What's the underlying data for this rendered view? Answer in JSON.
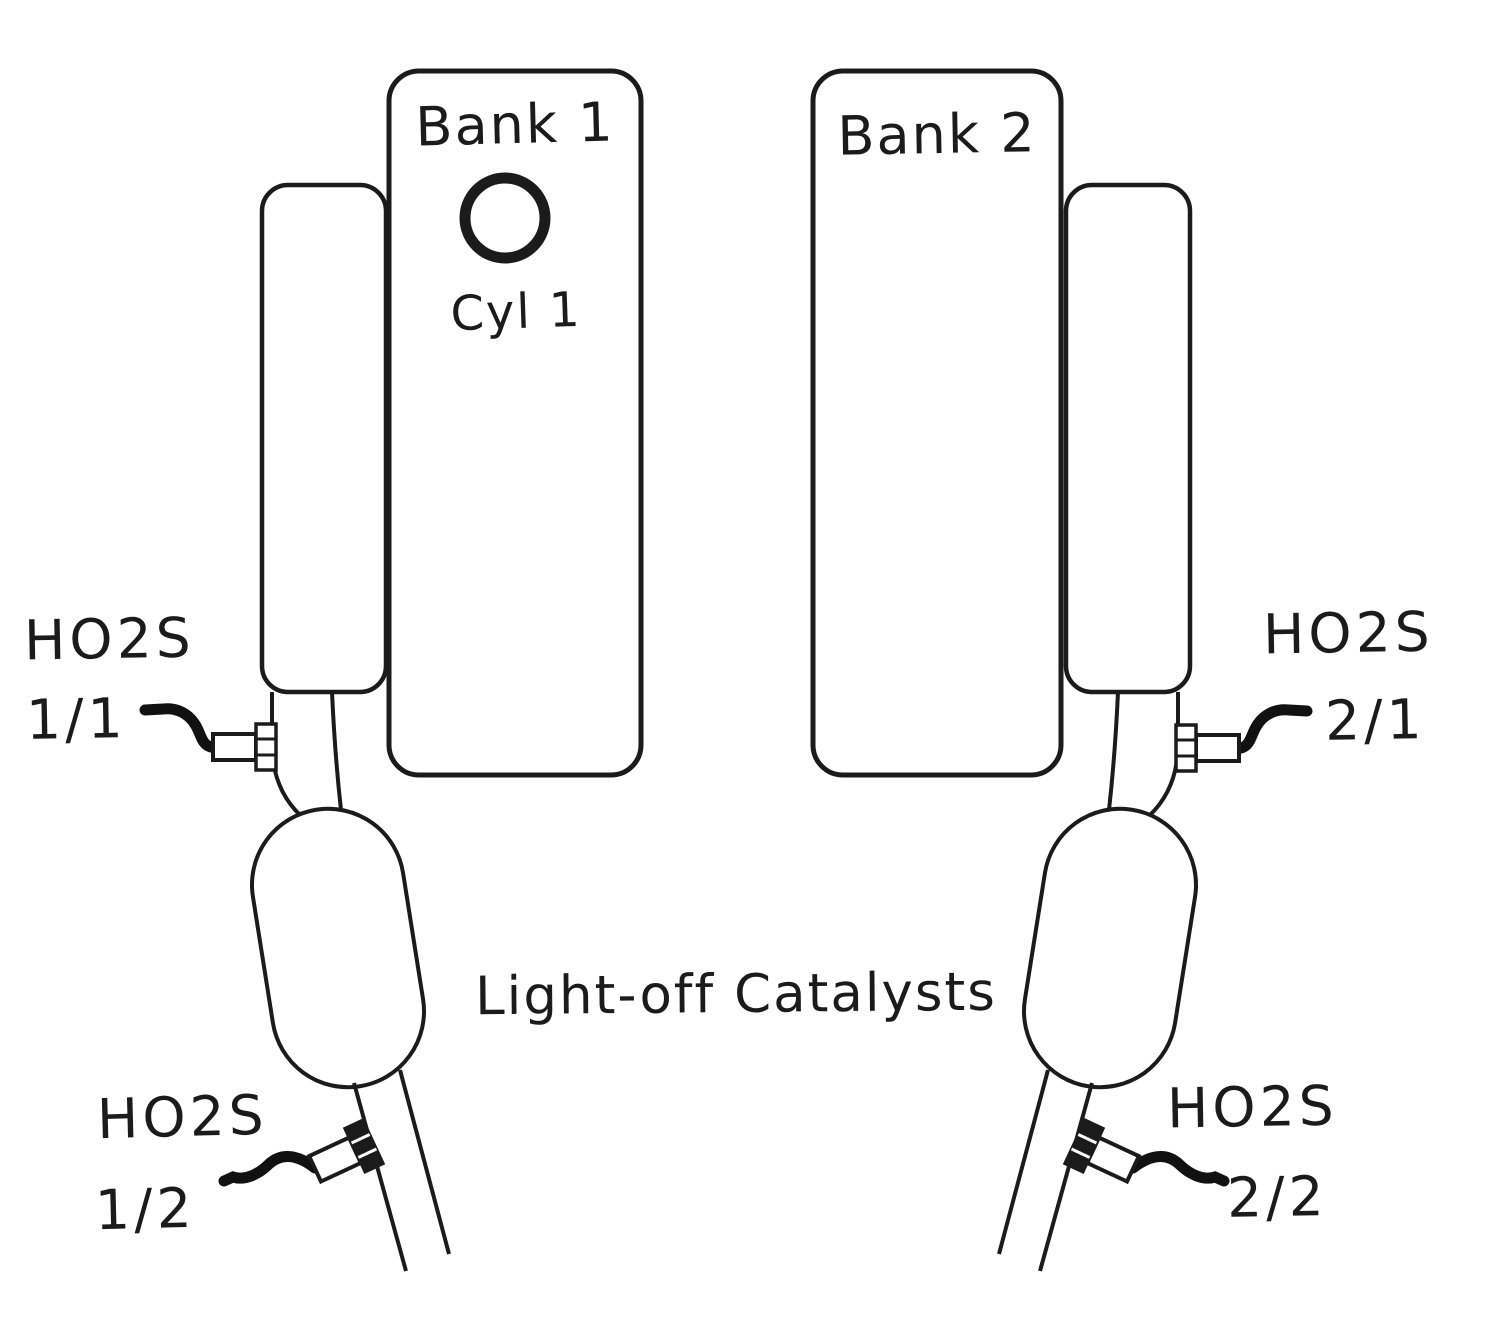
{
  "diagram": {
    "background_color": "#ffffff",
    "ink_color": "#1b1b1b",
    "bank1": {
      "label": "Bank 1",
      "cylinder_label": "Cyl 1"
    },
    "bank2": {
      "label": "Bank 2"
    },
    "catalysts_label": "Light-off Catalysts",
    "sensors": {
      "upstream_left": {
        "name": "HO2S",
        "id": "1/1"
      },
      "upstream_right": {
        "name": "HO2S",
        "id": "2/1"
      },
      "downstream_left": {
        "name": "HO2S",
        "id": "1/2"
      },
      "downstream_right": {
        "name": "HO2S",
        "id": "2/2"
      }
    }
  }
}
